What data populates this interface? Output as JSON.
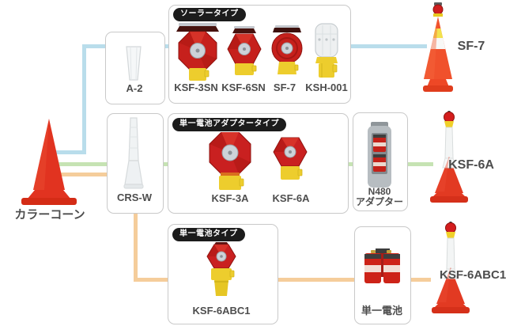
{
  "palette": {
    "line_blue": "#b9ddeb",
    "line_green": "#c6e3b3",
    "line_orange": "#f5cd9b",
    "box_border": "#c9c9c9",
    "chip_bg": "#1c1c1c",
    "chip_text": "#ffffff",
    "label_text": "#4d4d4d",
    "cone_red": "#e13320",
    "cone_orange": "#f0512c",
    "lamp_red": "#c6201c",
    "base_yellow": "#edcd2d"
  },
  "cone": {
    "label": "カラーコーン"
  },
  "parts": {
    "a2": "A-2",
    "crsw": "CRS-W"
  },
  "groups": {
    "solar": {
      "chip": "ソーラータイプ",
      "products": [
        "KSF-3SN",
        "KSF-6SN",
        "SF-7",
        "KSH-001"
      ]
    },
    "adapter": {
      "chip": "単一電池アダプタータイプ",
      "products": [
        "KSF-3A",
        "KSF-6A"
      ]
    },
    "battery": {
      "chip": "単一電池タイプ",
      "products": [
        "KSF-6ABC1"
      ]
    }
  },
  "accessories": {
    "n480_name": "N480",
    "n480_type": "アダプター",
    "cells": "単一電池"
  },
  "assembled": {
    "sf7": "SF-7",
    "ksf6a": "KSF-6A",
    "ksf6abc1": "KSF-6ABC1"
  }
}
